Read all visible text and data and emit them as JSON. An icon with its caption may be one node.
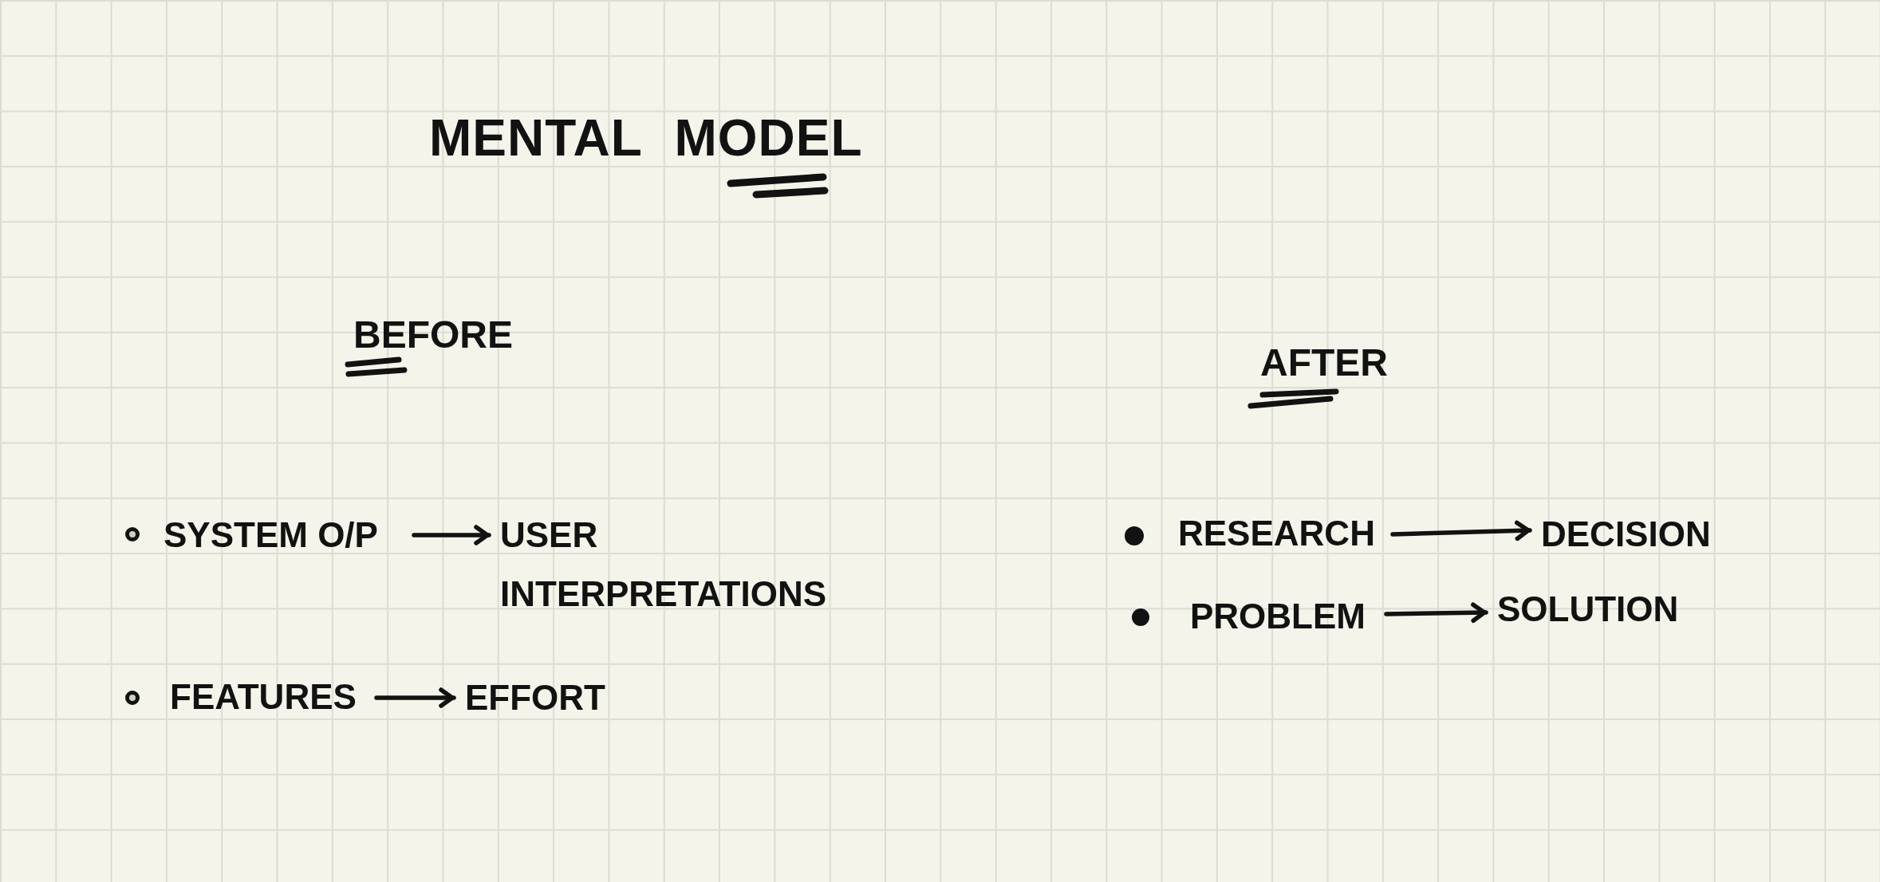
{
  "diagram": {
    "title": "MENTAL MODEL",
    "nodes": [
      {
        "text": [
          "SYSTEM O/P"
        ]
      },
      {
        "text": [
          "USER INTERPRETATIONS"
        ]
      },
      {
        "text": [
          "FEATURES"
        ]
      },
      {
        "text": [
          "EFFORT"
        ]
      },
      {
        "text": [
          "RESEARCH"
        ]
      },
      {
        "text": [
          "DECISION"
        ]
      },
      {
        "text": [
          "PROBLEM"
        ]
      },
      {
        "text": [
          "SOLUTION"
        ]
      }
    ],
    "edges": [
      {
        "from": 0,
        "to": 1,
        "arrow": "to"
      },
      {
        "from": 2,
        "to": 3,
        "arrow": "to"
      },
      {
        "from": 4,
        "to": 5,
        "arrow": "to"
      },
      {
        "from": 6,
        "to": 7,
        "arrow": "to"
      }
    ],
    "labels": [
      "BEFORE",
      "AFTER"
    ]
  }
}
